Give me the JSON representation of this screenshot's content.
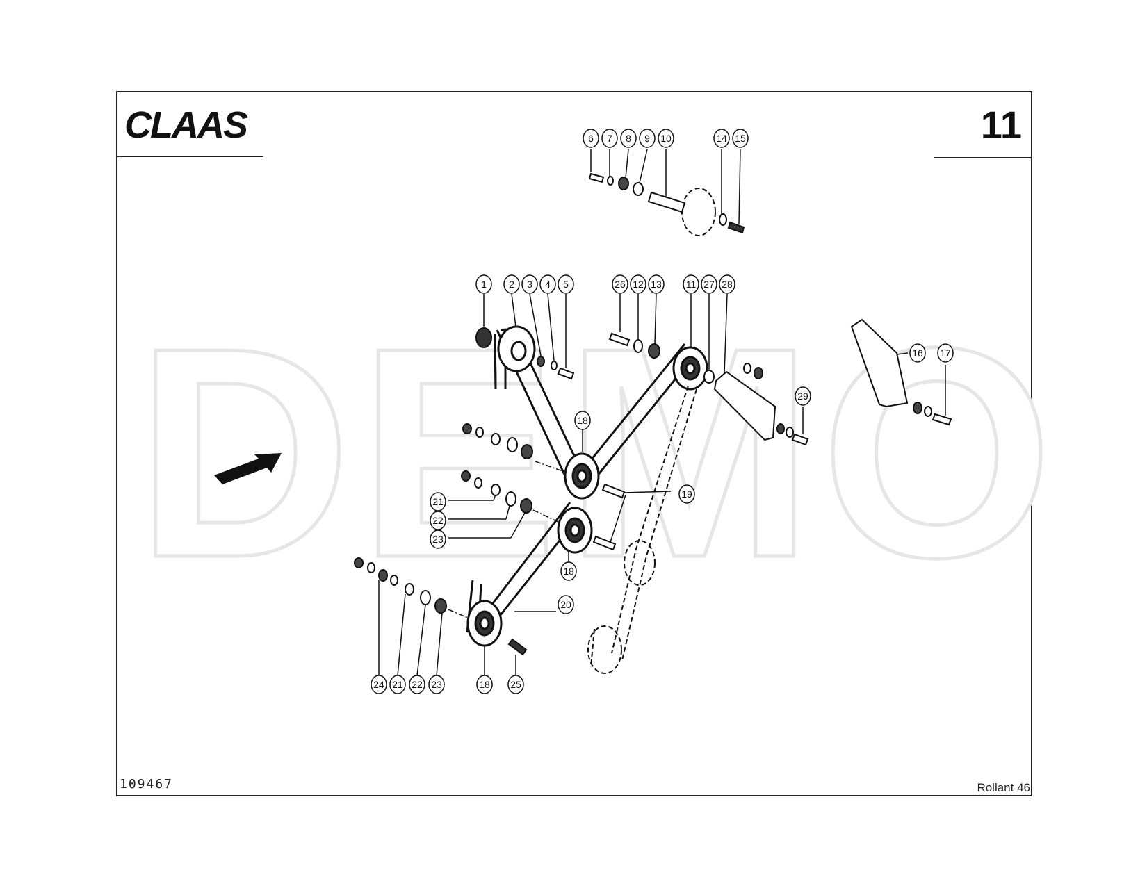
{
  "header": {
    "brand": "CLAAS",
    "page_number": "11"
  },
  "footer": {
    "drawing_number": "109467",
    "model": "Rollant 46"
  },
  "watermark": "DEMO",
  "callouts": {
    "c1": "1",
    "c2": "2",
    "c3": "3",
    "c4": "4",
    "c5": "5",
    "c6": "6",
    "c7": "7",
    "c8": "8",
    "c9": "9",
    "c10": "10",
    "c11": "11",
    "c12": "12",
    "c13": "13",
    "c14": "14",
    "c15": "15",
    "c16": "16",
    "c17": "17",
    "c18a": "18",
    "c18b": "18",
    "c18c": "18",
    "c19": "19",
    "c20": "20",
    "c21a": "21",
    "c21b": "21",
    "c22a": "22",
    "c22b": "22",
    "c23a": "23",
    "c23b": "23",
    "c24": "24",
    "c25": "25",
    "c26": "26",
    "c27": "27",
    "c28": "28",
    "c29": "29"
  }
}
